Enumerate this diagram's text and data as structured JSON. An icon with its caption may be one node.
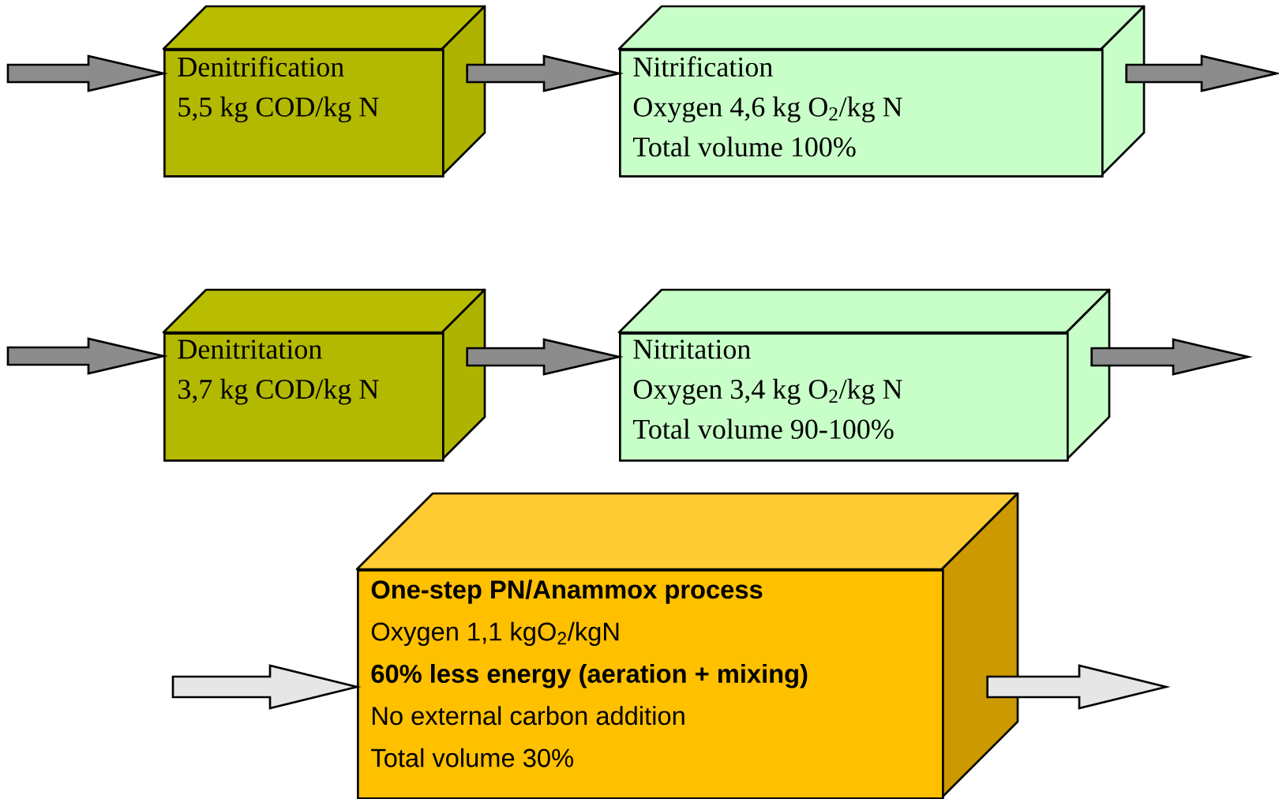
{
  "diagram": {
    "nodes": [
      {
        "text": [
          "Denitrification",
          "5,5 kg COD/kg N"
        ]
      },
      {
        "text": [
          "Nitrification",
          "Oxygen 4,6 kg O$_{2}$/kg N",
          "Total volume 100%"
        ]
      },
      {
        "text": [
          "Denitritation",
          "3,7 kg COD/kg N"
        ]
      },
      {
        "text": [
          "Nitritation",
          "Oxygen 3,4 kg O$_{2}$/kg N",
          "Total volume 90-100%"
        ]
      },
      {
        "text": [
          "One-step PN/Anammox process",
          "Oxygen 1,1 kgO$_{2}$/kgN",
          "60% less energy (aeration + mixing)",
          "No external carbon addition",
          "Total volume 30%"
        ]
      }
    ],
    "edges": [
      {
        "from": null,
        "to": 0,
        "arrow": "to"
      },
      {
        "from": 0,
        "to": 1,
        "arrow": "to"
      },
      {
        "from": 1,
        "to": null,
        "arrow": "to"
      },
      {
        "from": null,
        "to": 2,
        "arrow": "to"
      },
      {
        "from": 2,
        "to": 3,
        "arrow": "to"
      },
      {
        "from": 3,
        "to": null,
        "arrow": "to"
      },
      {
        "from": null,
        "to": 4,
        "arrow": "to",
        "color": "#e6e6e6"
      },
      {
        "from": 4,
        "to": null,
        "arrow": "to",
        "color": "#e6e6e6"
      }
    ]
  }
}
